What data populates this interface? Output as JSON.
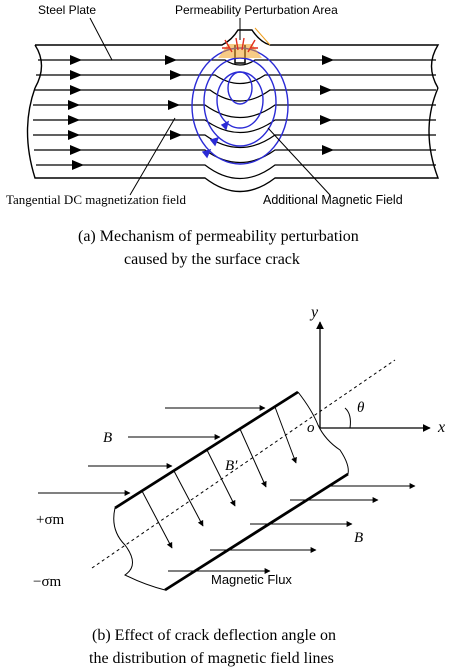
{
  "panel_a": {
    "labels": {
      "steel_plate": "Steel Plate",
      "perturbation_area": "Permeability Perturbation Area",
      "tangential_field": "Tangential DC magnetization field",
      "additional_field": "Additional Magnetic Field"
    },
    "caption_line1": "(a)  Mechanism of permeability perturbation",
    "caption_line2": "caused by the surface crack",
    "colors": {
      "additional_field": "#2b2bd6",
      "perturbation": "#f0a020",
      "crack_marks": "#e03020"
    }
  },
  "panel_b": {
    "labels": {
      "y_axis": "y",
      "x_axis": "x",
      "origin": "o",
      "angle": "θ",
      "B_in": "B",
      "B_prime": "B′",
      "B_out": "B",
      "sigma_plus": "+σm",
      "sigma_minus": "−σm",
      "magnetic_flux": "Magnetic Flux"
    },
    "caption_line1": "(b)  Effect of crack deflection angle on",
    "caption_line2": "the distribution of magnetic field lines"
  }
}
